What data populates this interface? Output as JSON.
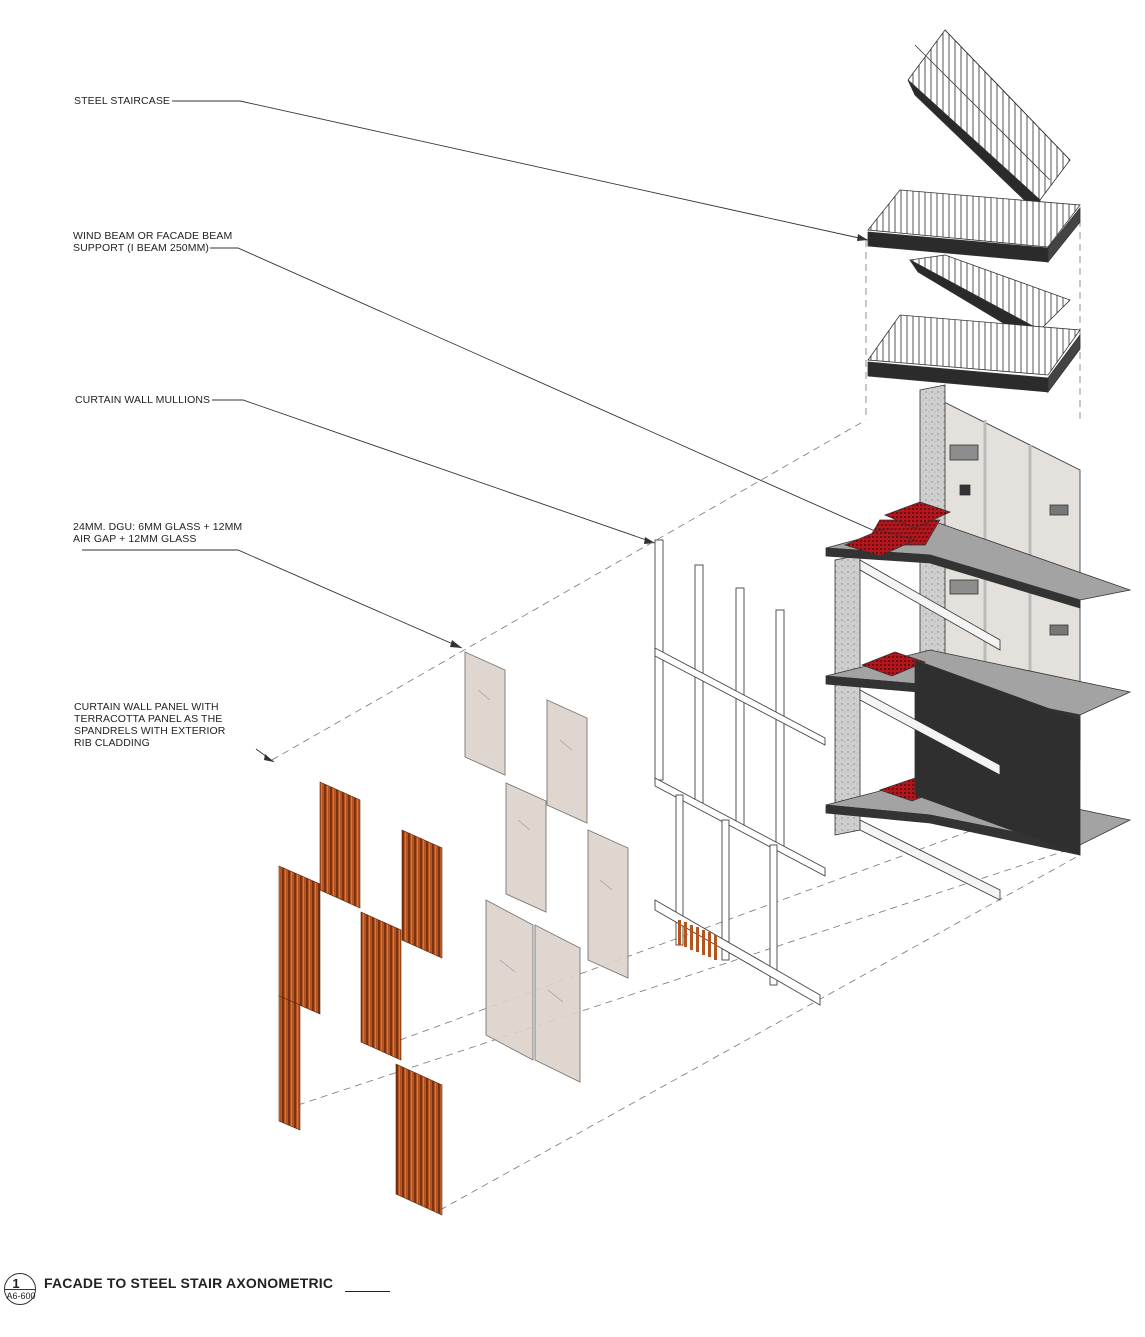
{
  "callouts": {
    "steel_staircase": "STEEL STAIRCASE",
    "wind_beam": "WIND BEAM OR FACADE BEAM\nSUPPORT (I BEAM 250MM)",
    "curtain_wall_mullions": "CURTAIN WALL MULLIONS",
    "dgu_glass": "24MM. DGU: 6MM GLASS + 12MM\nAIR GAP + 12MM GLASS",
    "curtain_wall_panel": "CURTAIN WALL PANEL WITH\nTERRACOTTA PANEL AS THE\nSPANDRELS WITH EXTERIOR\nRIB CLADDING"
  },
  "title_block": {
    "view_number": "1",
    "sheet_number": "A6-600",
    "view_title": "FACADE TO STEEL STAIR AXONOMETRIC"
  },
  "colors": {
    "terracotta": "#b5541e",
    "terracotta_dark": "#7a3312",
    "glass": "#ddd2cb",
    "slab": "#9a9a9a",
    "dark_wall": "#2d2d2d",
    "red_grating": "#b3171e",
    "linework": "#333333"
  }
}
